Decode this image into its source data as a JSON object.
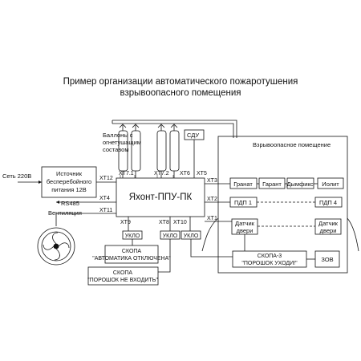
{
  "title": {
    "line1": "Пример организации автоматического пожаротушения",
    "line2": "взрывоопасного помещения"
  },
  "cylinders_label": [
    "Баллоны с",
    "огнетушащим",
    "составом"
  ],
  "sdu": "СДУ",
  "zone_label": "Взрывоопасное помещение",
  "power_input": "Сеть 220В",
  "ups": [
    "Источник",
    "бесперебойного",
    "питания 12В"
  ],
  "controller": "Яхонт-ППУ-ПК",
  "terminals": {
    "xt12": "XT12",
    "xt7_1": "XT7.1",
    "xt7_2": "XT7.2",
    "xt6": "XT6",
    "xt5": "XT5",
    "xt3": "XT3",
    "xt2": "XT2",
    "xt1": "XT1",
    "xt4": "XT4",
    "xt11": "XT11",
    "xt9": "XT9",
    "xt8": "XT8",
    "xt10": "XT10"
  },
  "rs485": "RS485",
  "ventilation": "Вентиляция",
  "detectors": [
    "Гранат",
    "Гарант",
    "Дымфикс",
    "Иолит"
  ],
  "pdp1": "ПДП 1",
  "pdp4": "ПДП 4",
  "door_sensor_1": [
    "Датчик",
    "двери"
  ],
  "door_sensor_2": [
    "Датчик",
    "двери"
  ],
  "uklo": [
    "УКЛО",
    "УКЛО",
    "УКЛО"
  ],
  "skopa1": [
    "СКОПА",
    "\"АВТОМАТИКА ОТКЛЮЧЕНА\""
  ],
  "skopa2": [
    "СКОПА",
    "\"ПОРОШОК НЕ ВХОДИТЬ\""
  ],
  "skopa3": [
    "СКОПА-3",
    "\"ПОРОШОК УХОДИ!\""
  ],
  "zov": "ЗОВ"
}
